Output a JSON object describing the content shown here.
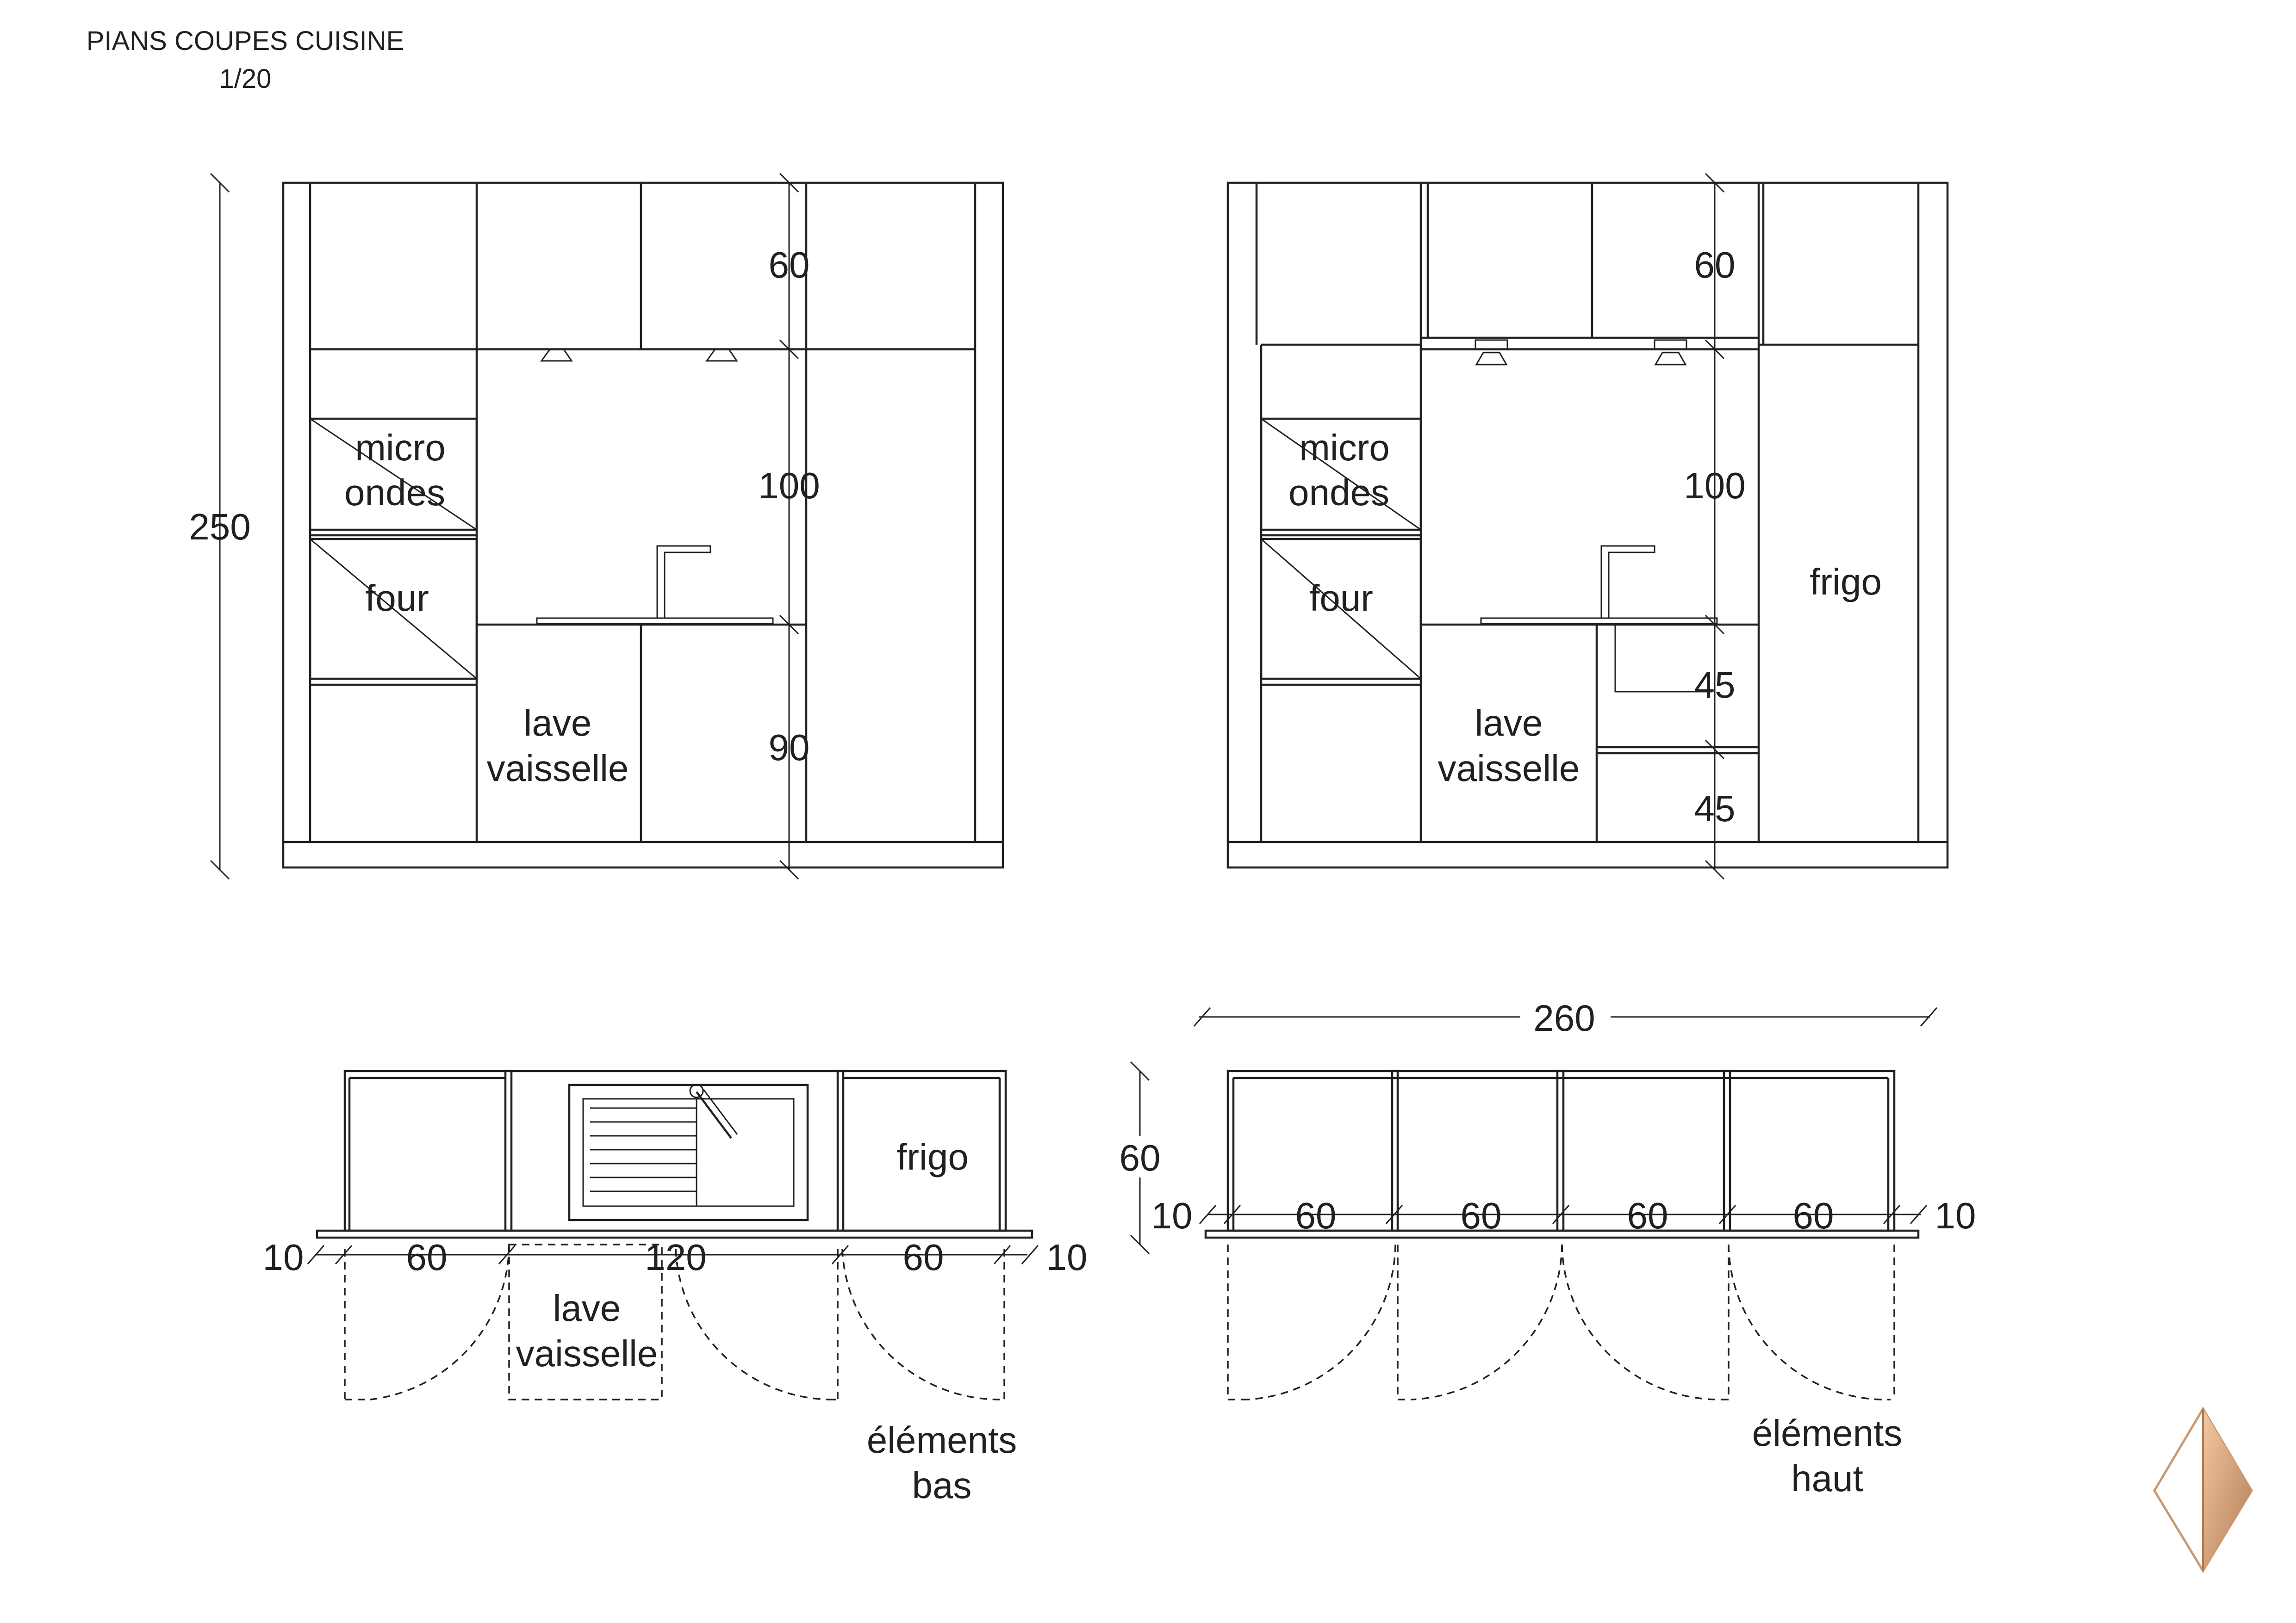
{
  "header": {
    "title": "PIANS COUPES CUISINE",
    "scale": "1/20"
  },
  "elevation_left": {
    "height_dim": "250",
    "upper_dim": "60",
    "mid_dim": "100",
    "lower_dim": "90",
    "micro_line1": "micro",
    "micro_line2": "ondes",
    "oven": "four",
    "dishwasher_line1": "lave",
    "dishwasher_line2": "vaisselle"
  },
  "elevation_right": {
    "upper_dim": "60",
    "mid_dim": "100",
    "drawer1_dim": "45",
    "drawer2_dim": "45",
    "micro_line1": "micro",
    "micro_line2": "ondes",
    "oven": "four",
    "fridge": "frigo",
    "dishwasher_line1": "lave",
    "dishwasher_line2": "vaisselle"
  },
  "plan_low": {
    "dims": [
      "10",
      "60",
      "120",
      "60",
      "10"
    ],
    "fridge": "frigo",
    "dishwasher_line1": "lave",
    "dishwasher_line2": "vaisselle",
    "caption_line1": "éléments",
    "caption_line2": "bas"
  },
  "plan_high": {
    "total_width": "260",
    "depth": "60",
    "dims": [
      "10",
      "60",
      "60",
      "60",
      "60",
      "10"
    ],
    "caption_line1": "éléments",
    "caption_line2": "haut"
  },
  "colors": {
    "line": "#231f20",
    "logo_light": "#f3c9a2",
    "logo_dark": "#b27b55"
  },
  "icons": [
    "light-fixture-icon",
    "sink-icon",
    "faucet-icon",
    "logo-diamond-icon"
  ]
}
